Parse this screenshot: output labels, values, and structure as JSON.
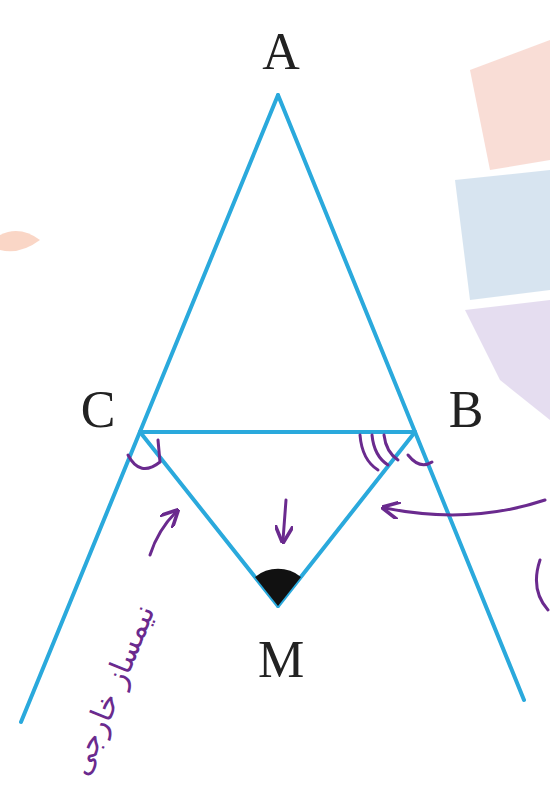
{
  "diagram": {
    "labels": [
      "A",
      "C",
      "B",
      "M",
      "نیمساز خارجی"
    ]
  }
}
